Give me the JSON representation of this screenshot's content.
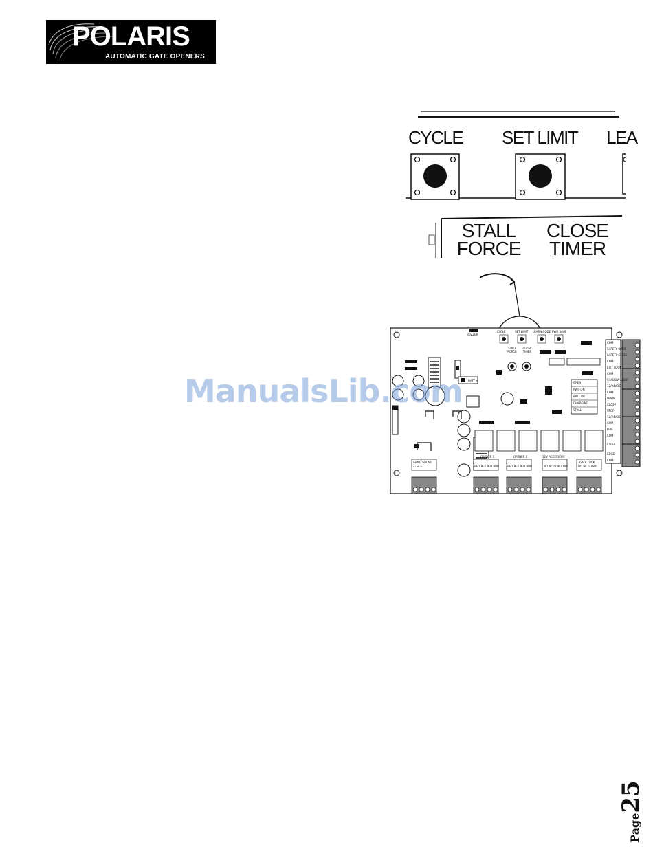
{
  "header": {
    "logo_word": "POLARIS",
    "logo_tagline": "AUTOMATIC GATE OPENERS"
  },
  "zoom": {
    "top_buttons": [
      "CYCLE",
      "SET LIMIT",
      "LEA"
    ],
    "pots": [
      "STALL FORCE",
      "CLOSE TIMER"
    ]
  },
  "board": {
    "top_button_labels": [
      "CYCLE",
      "SET LIMIT",
      "LEARN CODE",
      "PWR SAVE"
    ],
    "buzzer": "BUZZER",
    "batt": "BATT +",
    "pot_labels": [
      "STALL FORCE",
      "CLOSE TIMER"
    ],
    "status_leds": [
      "OPEN",
      "PWR ON",
      "BATT OK",
      "CHARGING",
      "STALL"
    ],
    "right_terminals": [
      "COM",
      "SAFETY OPEN",
      "SAFETY CLOSE",
      "COM",
      "EXIT LOOP",
      "COM",
      "SHADOW LOOP",
      "12/24VDC",
      "COM",
      "OPEN",
      "CLOSE",
      "STOP",
      "12/24VDC",
      "COM",
      "FIRE",
      "COM",
      "CYCLE",
      "EDGE",
      "COM"
    ],
    "bottom_blocks": [
      {
        "title": "GRND  SOLAR",
        "pins": "-  -  +  +"
      },
      {
        "title": "OPENER 1",
        "pins": "RED BLK BLU BRN"
      },
      {
        "title": "OPENER 2",
        "pins": "RED BLK BLU BRN"
      },
      {
        "title": "12V ACCESSORY",
        "pins": "NO NC COM COM"
      },
      {
        "title": "GATE LOCK",
        "pins": "NO NC G PWR"
      }
    ]
  },
  "watermark": "ManualsLib.com",
  "footer": {
    "page_word": "Page",
    "page_number": "25"
  }
}
